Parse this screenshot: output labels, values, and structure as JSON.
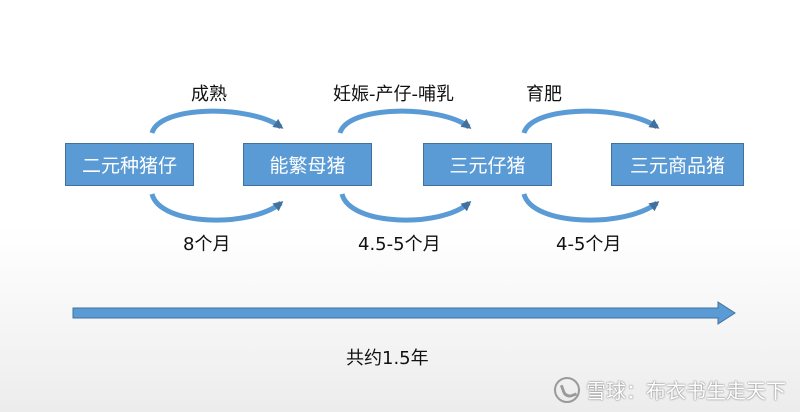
{
  "stages": [
    {
      "label": "二元种猪仔"
    },
    {
      "label": "能繁母猪"
    },
    {
      "label": "三元仔猪"
    },
    {
      "label": "三元商品猪"
    }
  ],
  "transitions": [
    {
      "top_label": "成熟",
      "bottom_label": "8个月"
    },
    {
      "top_label": "妊娠-产仔-哺乳",
      "bottom_label": "4.5-5个月"
    },
    {
      "top_label": "育肥",
      "bottom_label": "4-5个月"
    }
  ],
  "timeline": {
    "label": "共约1.5年"
  },
  "watermark": {
    "text": "雪球：布衣书生走天下"
  },
  "colors": {
    "box": "#5b9bd5",
    "box_border": "#41719c",
    "arrow": "#5b9bd5",
    "arrow_dark": "#41719c"
  }
}
